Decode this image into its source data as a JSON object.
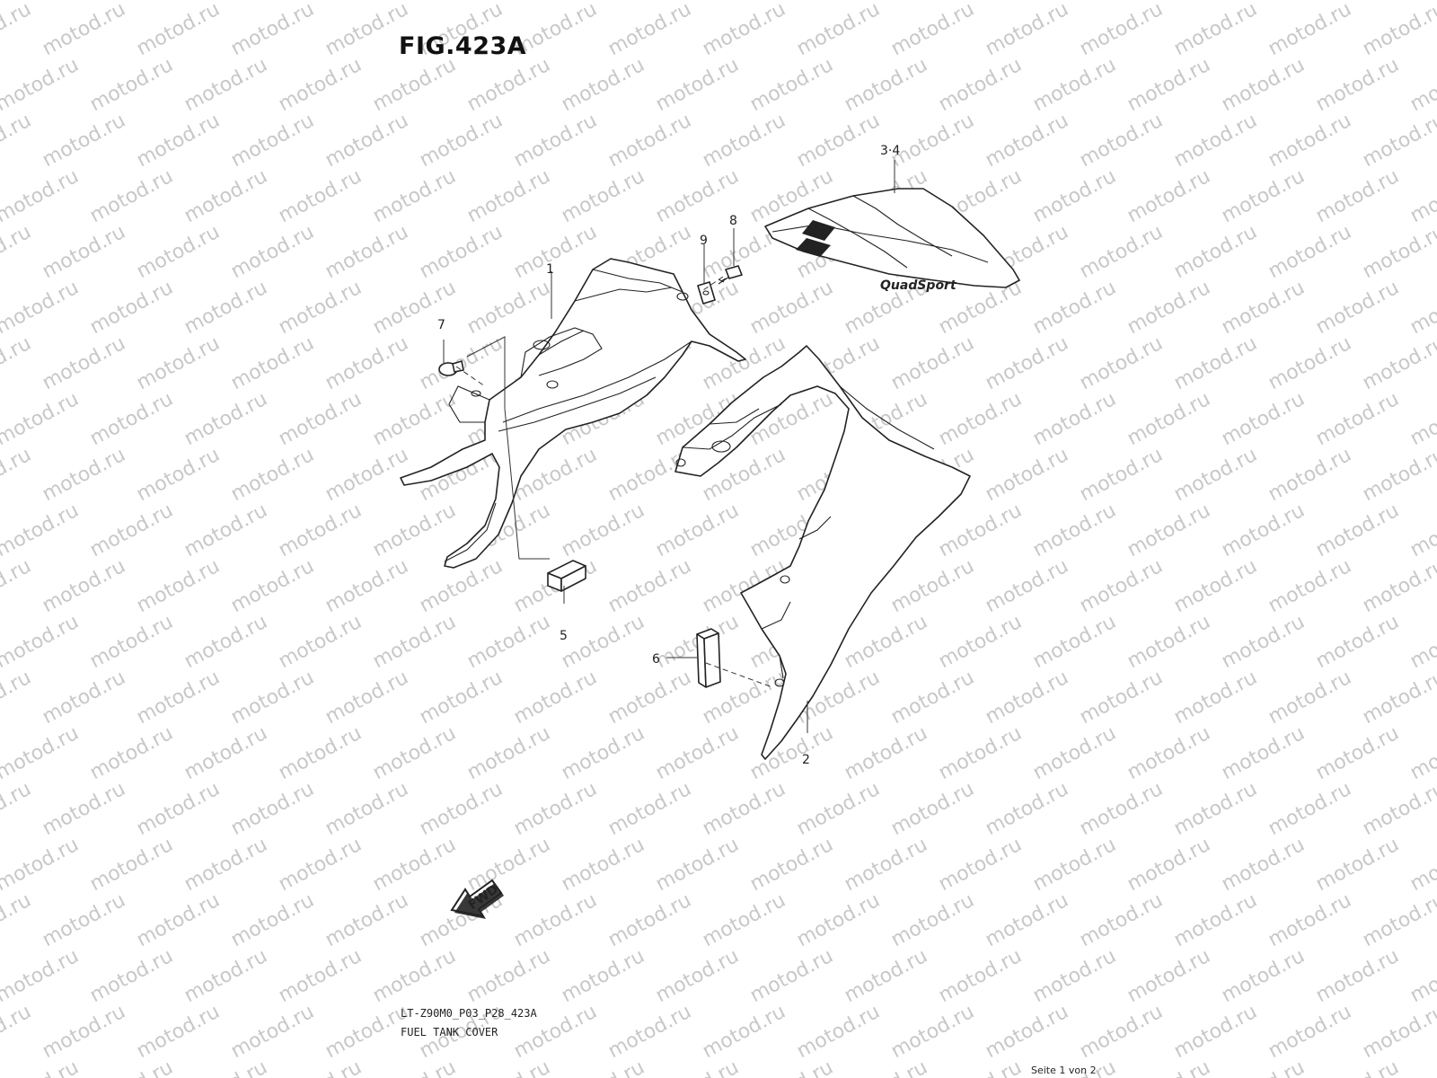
{
  "figure": {
    "title": "FIG.423A",
    "model_code": "LT-Z90M0_P03_P28_423A",
    "section_name": "FUEL TANK COVER",
    "page_indicator": "Seite 1 von 2"
  },
  "watermark": {
    "text": "motod.ru",
    "color": "#c8c8c8"
  },
  "callouts": {
    "part_1": "1",
    "part_2": "2",
    "part_3_4": "3·4",
    "part_5": "5",
    "part_6": "6",
    "part_7": "7",
    "part_8": "8",
    "part_9": "9"
  },
  "decal": {
    "logo_text": "QuadSport"
  },
  "direction_arrow": {
    "label": "FWD",
    "icon": "fwd-arrow-icon"
  }
}
